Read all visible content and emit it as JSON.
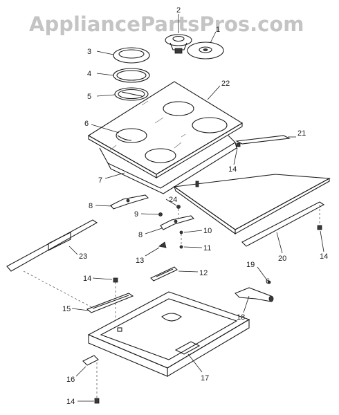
{
  "watermark": "AppliancePartsPros.com",
  "labels": {
    "p1": "1",
    "p2": "2",
    "p3": "3",
    "p4": "4",
    "p5": "5",
    "p6": "6",
    "p7": "7",
    "p8a": "8",
    "p8b": "8",
    "p9": "9",
    "p10": "10",
    "p11": "11",
    "p12": "12",
    "p13": "13",
    "p14a": "14",
    "p14b": "14",
    "p14c": "14",
    "p14d": "14",
    "p15": "15",
    "p16": "16",
    "p17": "17",
    "p18": "18",
    "p19": "19",
    "p20": "20",
    "p21": "21",
    "p22": "22",
    "p23": "23",
    "p24": "24",
    "p6b": "6"
  }
}
